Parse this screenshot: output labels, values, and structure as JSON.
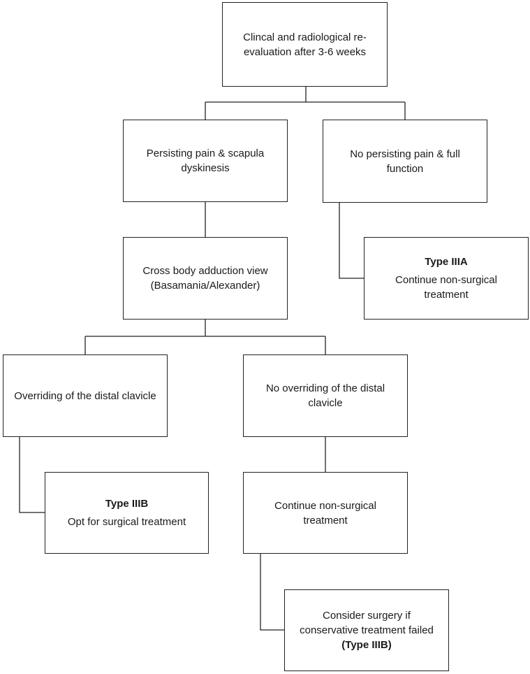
{
  "nodes": {
    "reevaluation": {
      "lines": [
        "Clincal and radiological re-",
        "evaluation after 3-6 weeks"
      ]
    },
    "persisting_pain": {
      "lines": [
        "Persisting pain & scapula",
        "dyskinesis"
      ]
    },
    "no_persisting_pain": {
      "lines": [
        "No persisting pain & full",
        "function"
      ]
    },
    "type_3a": {
      "heading": "Type IIIA",
      "lines": [
        "Continue non-surgical",
        "treatment"
      ]
    },
    "cross_body_view": {
      "lines": [
        "Cross body adduction view",
        "(Basamania/Alexander)"
      ]
    },
    "overriding": {
      "lines": [
        "Overriding of the distal clavicle"
      ]
    },
    "no_overriding": {
      "lines": [
        "No overriding of the distal",
        "clavicle"
      ]
    },
    "type_3b_surgical": {
      "heading": "Type IIIB",
      "lines": [
        "Opt for surgical treatment"
      ]
    },
    "continue_nonsurgical": {
      "lines": [
        "Continue non-surgical",
        "treatment"
      ]
    },
    "consider_surgery": {
      "lines": [
        "Consider surgery if",
        "conservative treatment failed"
      ],
      "footer": "(Type IIIB)"
    }
  }
}
